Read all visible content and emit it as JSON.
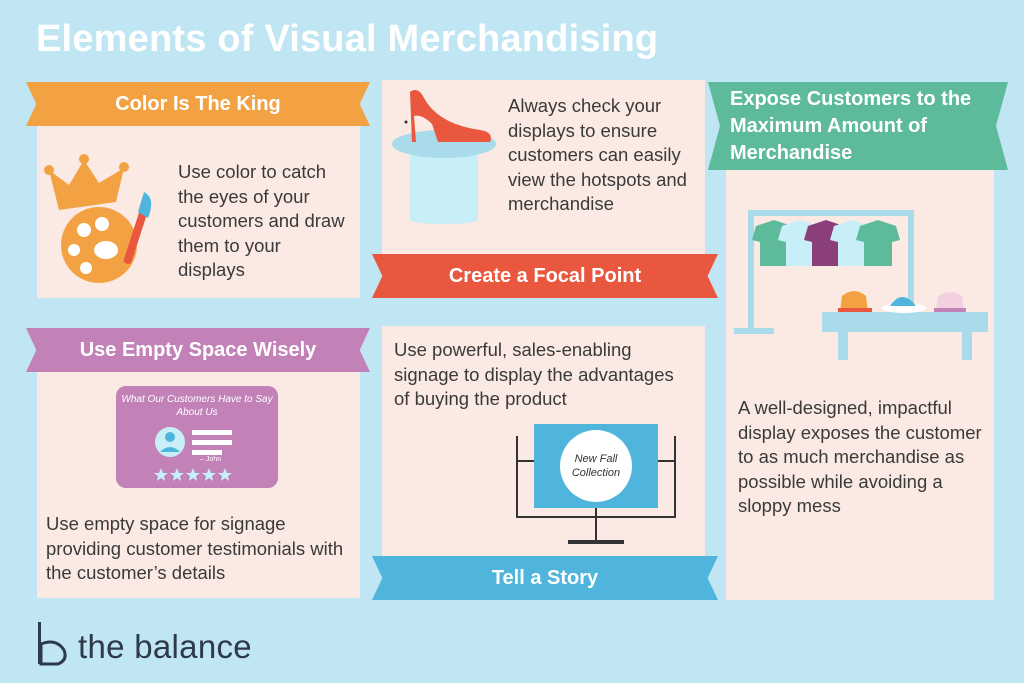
{
  "title": "Elements of Visual Merchandising",
  "sections": {
    "color": {
      "heading": "Color Is The King",
      "body": "Use color to catch the eyes of your customers and draw them to your displays"
    },
    "focal": {
      "heading": "Create a Focal Point",
      "body": "Always check your displays to ensure customers can easily view the hotspots and merchandise"
    },
    "expose": {
      "heading": "Expose Customers to the Maximum Amount of Merchandise",
      "body": "A well-designed, impactful display exposes the customer to as much merchandise as possible while avoiding a sloppy mess"
    },
    "space": {
      "heading": "Use Empty Space Wisely",
      "body": "Use empty space for signage providing customer testimonials with the customer’s details",
      "testimonial_title": "What Our Customers Have to Say About Us",
      "testimonial_author": "– John"
    },
    "story": {
      "heading": "Tell a Story",
      "body": "Use powerful, sales-enabling signage to display the advantages of buying the product",
      "sign_caption": "New Fall Collection"
    }
  },
  "brand": {
    "name": "the balance"
  },
  "colors": {
    "background": "#bfe6f2",
    "card": "#fbe9e3",
    "orange": "#f3a243",
    "purple": "#c282b8",
    "red": "#e9573f",
    "blue": "#4fb5dd",
    "green": "#5dba9b"
  },
  "icons": [
    "paint-palette-crown-icon",
    "high-heel-shoe-icon",
    "clothing-rack-icon",
    "testimonial-card-icon",
    "signage-screen-icon",
    "the-balance-logo-icon"
  ]
}
